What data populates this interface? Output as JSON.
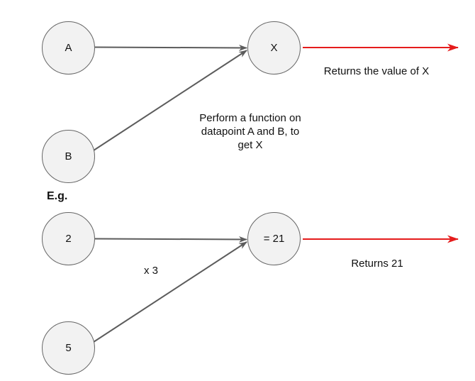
{
  "colors": {
    "arrow_gray": "#5c5c5c",
    "arrow_red": "#e51c1c",
    "node_fill": "#f2f2f2",
    "node_border": "#666666",
    "text_color": "#111111"
  },
  "generic_flow": {
    "nodes": {
      "input_a": "A",
      "input_b": "B",
      "output": "X"
    },
    "annotation_lines": [
      "Perform a function on",
      "datapoint A and B, to",
      "get X"
    ],
    "return_label": "Returns the value of X"
  },
  "example_heading": "E.g.",
  "example_flow": {
    "nodes": {
      "input_1": "2",
      "input_2": "5",
      "output": "= 21"
    },
    "operation_label": "x 3",
    "return_label": "Returns 21"
  }
}
